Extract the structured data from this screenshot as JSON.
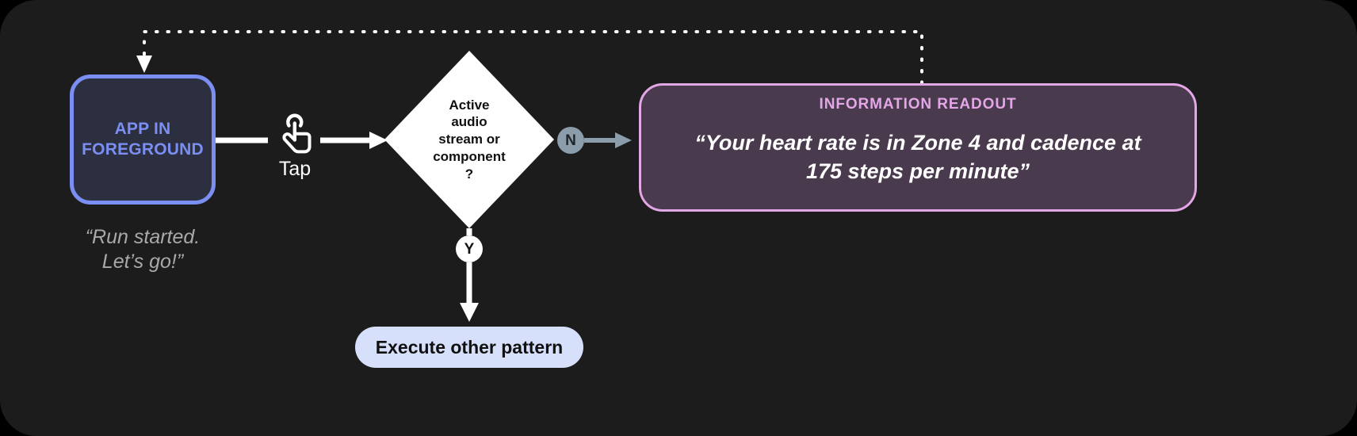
{
  "canvas": {
    "background": "#1c1c1c",
    "page_background": "#000000"
  },
  "nodes": {
    "app": {
      "label": "APP IN\nFOREGROUND",
      "label_line1": "APP IN",
      "label_line2": "FOREGROUND",
      "caption_line1": "“Run started.",
      "caption_line2": "Let’s go!”",
      "border_color": "#7b8ef2",
      "fill_color": "#2b2f40",
      "text_color": "#7b8ef2",
      "caption_color": "#a9a9a9"
    },
    "gesture": {
      "icon": "tap-gesture-icon",
      "label": "Tap",
      "color": "#ffffff"
    },
    "decision": {
      "line1": "Active",
      "line2": "audio",
      "line3": "stream or",
      "line4": "component",
      "line5": "?",
      "fill_color": "#ffffff",
      "text_color": "#111111"
    },
    "readout": {
      "title": "INFORMATION READOUT",
      "body_line1": "“Your heart rate is in Zone 4 and cadence at",
      "body_line2": "175 steps per minute”",
      "border_color": "#e3a6e6",
      "fill_color": "#4a3a4e",
      "title_color": "#e3a6e6",
      "body_color": "#ffffff"
    },
    "execute": {
      "label": "Execute other pattern",
      "fill_color": "#d6e0fb",
      "text_color": "#101010"
    }
  },
  "branches": {
    "no": {
      "label": "N",
      "badge_color": "#8b9cab",
      "text_color": "#1e2328",
      "arrow_color": "#8b9cab"
    },
    "yes": {
      "label": "Y",
      "badge_color": "#ffffff",
      "text_color": "#111111",
      "arrow_color": "#ffffff"
    }
  },
  "connectors": {
    "app_to_tap": {
      "style": "solid",
      "color": "#ffffff"
    },
    "tap_to_decision": {
      "style": "solid-arrow",
      "color": "#ffffff"
    },
    "decision_to_execute": {
      "style": "solid-arrow",
      "color": "#ffffff"
    },
    "readout_feedback_loop": {
      "style": "dotted-arrow",
      "color": "#ffffff"
    }
  }
}
